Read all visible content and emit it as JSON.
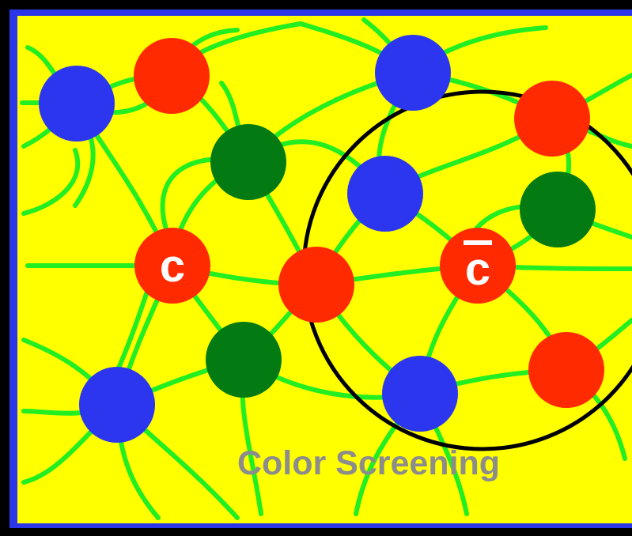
{
  "caption": "Color Screening",
  "quark_label": "c",
  "antiquark_label": "c",
  "colors": {
    "background": "#ffff00",
    "border": "#2b36e8",
    "gluon": "#22ee22",
    "red": "#ff2a00",
    "green": "#047a12",
    "blue": "#2b36ee",
    "screening_circle": "#000000",
    "caption": "#8c8c8c",
    "label": "#ffffff"
  },
  "particles": [
    {
      "id": "quark-c",
      "color": "red",
      "kind": "quark"
    },
    {
      "id": "antiquark-cbar",
      "color": "red",
      "kind": "antiquark"
    },
    {
      "id": "p1",
      "color": "blue"
    },
    {
      "id": "p2",
      "color": "red"
    },
    {
      "id": "p3",
      "color": "blue"
    },
    {
      "id": "p4",
      "color": "red"
    },
    {
      "id": "p5",
      "color": "green"
    },
    {
      "id": "p6",
      "color": "blue"
    },
    {
      "id": "p7",
      "color": "green"
    },
    {
      "id": "p8",
      "color": "red"
    },
    {
      "id": "p9",
      "color": "green"
    },
    {
      "id": "p10",
      "color": "blue"
    },
    {
      "id": "p11",
      "color": "blue"
    },
    {
      "id": "p12",
      "color": "red"
    }
  ]
}
